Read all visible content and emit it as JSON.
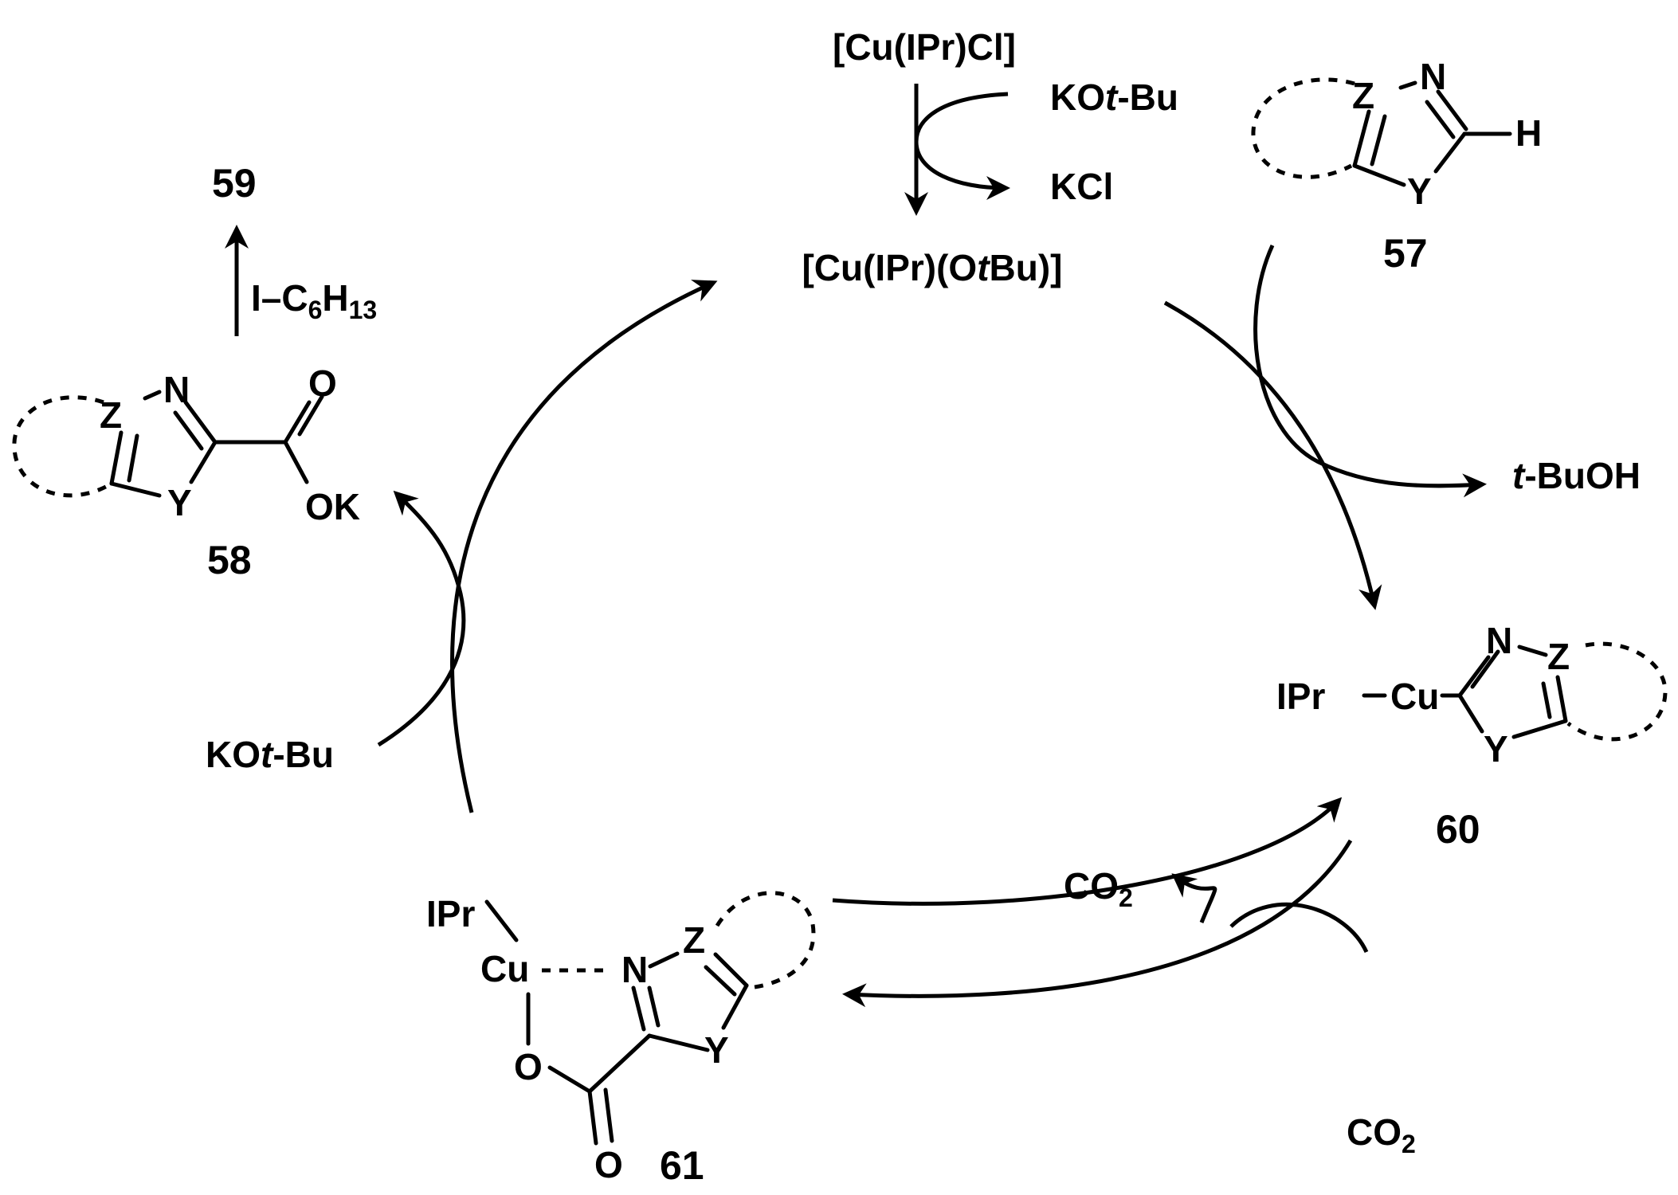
{
  "compounds": {
    "c57": "57",
    "c58": "58",
    "c59": "59",
    "c60": "60",
    "c61": "61"
  },
  "precatalyst": {
    "start": "[Cu(IPr)Cl]",
    "base_in": "KO",
    "base_in_italic": "t",
    "base_in_tail": "-Bu",
    "salt_out": "KCl"
  },
  "catalyst": {
    "pre": "[Cu(IPr)(O",
    "italic": "t",
    "post": "Bu)]"
  },
  "byproduct": {
    "italic": "t",
    "text": "-BuOH"
  },
  "co2": {
    "main": "CO",
    "sub": "2"
  },
  "carboxylate_base": {
    "main": "KO",
    "italic": "t",
    "tail": "-Bu"
  },
  "alkylation": {
    "main": "I–C",
    "sub1": "6",
    "mid": "H",
    "sub2": "13"
  },
  "atoms": {
    "Z": "Z",
    "N": "N",
    "Y": "Y",
    "H": "H",
    "O": "O",
    "OK": "OK",
    "IPr": "IPr",
    "Cu": "Cu"
  }
}
